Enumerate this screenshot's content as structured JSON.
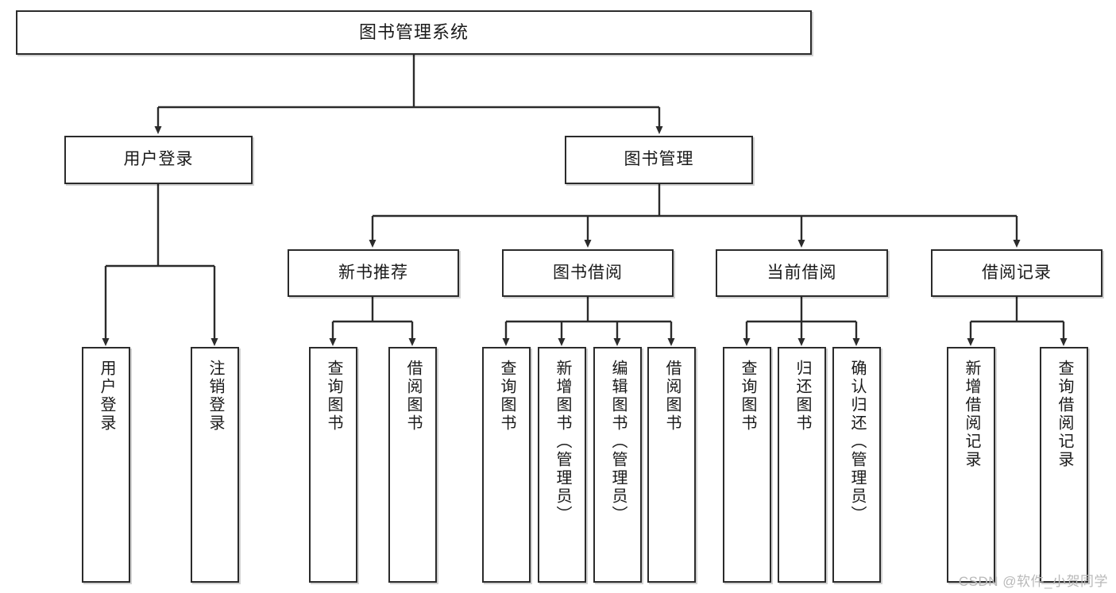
{
  "diagram": {
    "type": "tree",
    "title": "图书管理系统",
    "orientation": "top-down",
    "stroke_color": "#2b2b2b",
    "fill_color": "#ffffff",
    "text_color": "#1a1a1a"
  },
  "root": {
    "label": "图书管理系统"
  },
  "level2": [
    {
      "label": "用户登录"
    },
    {
      "label": "图书管理"
    }
  ],
  "level3": [
    {
      "label": "新书推荐"
    },
    {
      "label": "图书借阅"
    },
    {
      "label": "当前借阅"
    },
    {
      "label": "借阅记录"
    }
  ],
  "leaves": {
    "user_login": [
      {
        "label": "用户登录"
      },
      {
        "label": "注销登录"
      }
    ],
    "new_book_recommend": [
      {
        "label": "查询图书"
      },
      {
        "label": "借阅图书"
      }
    ],
    "book_borrow": [
      {
        "label": "查询图书"
      },
      {
        "label": "新增图书（管理员）"
      },
      {
        "label": "编辑图书（管理员）"
      },
      {
        "label": "借阅图书"
      }
    ],
    "current_borrow": [
      {
        "label": "查询图书"
      },
      {
        "label": "归还图书"
      },
      {
        "label": "确认归还（管理员）"
      }
    ],
    "borrow_record": [
      {
        "label": "新增借阅记录"
      },
      {
        "label": "查询借阅记录"
      }
    ]
  },
  "watermark": {
    "text": "CSDN @软件_小贺同学"
  }
}
